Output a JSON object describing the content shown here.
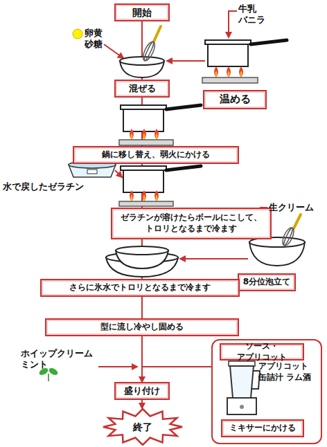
{
  "diagram": {
    "nodes": [
      {
        "text": [
          "開始"
        ]
      },
      {
        "text": [
          "混ぜる"
        ]
      },
      {
        "text": [
          "温める"
        ]
      },
      {
        "text": [
          "鍋に移し替え、弱火にかける"
        ]
      },
      {
        "text": [
          "ゼラチンが溶けたらボールにこして、 トロリとなるまで冷ます"
        ]
      },
      {
        "text": [
          "8分位泡立て"
        ]
      },
      {
        "text": [
          "さらに氷水でトロリとなるまで冷ます"
        ]
      },
      {
        "text": [
          "型に流し冷やし固める"
        ]
      },
      {
        "text": [
          "アプリコット 缶詰汁 ラム酒"
        ]
      },
      {
        "text": [
          "ソース・アプリコット"
        ],
        "in": 8
      },
      {
        "text": [
          "ミキサーにかける"
        ],
        "in": 8
      },
      {
        "text": [
          "盛り付け"
        ]
      },
      {
        "text": [
          "終了"
        ]
      }
    ],
    "edges": [
      {
        "from": 0,
        "to": 1,
        "arrow": "none"
      },
      {
        "from": 1,
        "to": 3,
        "arrow": "none"
      },
      {
        "from": 3,
        "to": 4,
        "arrow": "none"
      },
      {
        "from": 4,
        "to": 6,
        "arrow": "none"
      },
      {
        "from": 6,
        "to": 7,
        "arrow": "none"
      },
      {
        "from": 7,
        "to": 11,
        "arrow": "none"
      },
      {
        "from": 8,
        "to": 11,
        "arrow": "to"
      },
      {
        "from": 11,
        "to": 12,
        "arrow": "to"
      }
    ],
    "labels": [
      "卵黄 砂糖",
      "牛乳 バニラ",
      "水で戻したゼラチン",
      "生クリーム",
      "ホイップクリーム ミント"
    ]
  }
}
